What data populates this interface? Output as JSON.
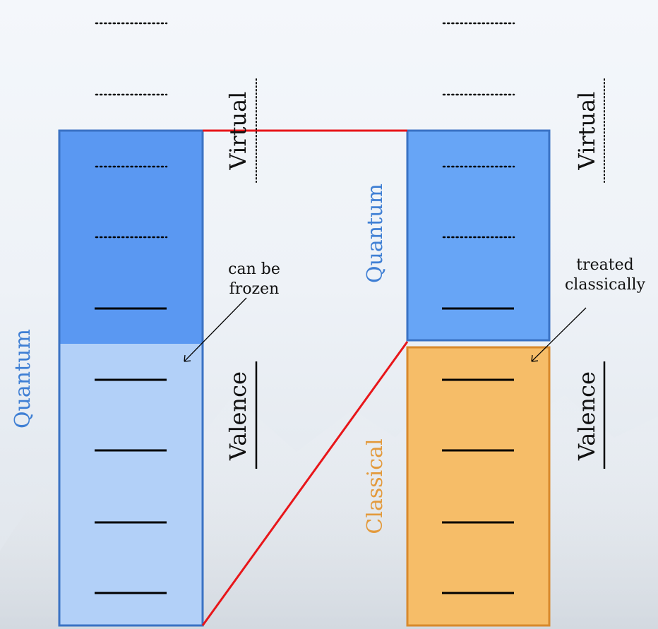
{
  "labels": {
    "left_quantum": "Quantum",
    "left_virtual": "Virtual",
    "left_valence": "Valence",
    "right_quantum": "Quantum",
    "right_classical": "Classical",
    "right_virtual": "Virtual",
    "right_valence": "Valence"
  },
  "notes": {
    "left": [
      "can be",
      "frozen"
    ],
    "right": [
      "treated",
      "classically"
    ]
  },
  "colors": {
    "quantum_blue_dark": "#5a98f2",
    "quantum_blue_light": "#b2d0f8",
    "quantum_border": "#3a72c4",
    "quantum_text": "#3f7fd4",
    "classical_fill": "#f6bd68",
    "classical_border": "#d8892c",
    "classical_text": "#e39a3c",
    "connector_red": "#e8161a",
    "level_line": "#000000"
  }
}
